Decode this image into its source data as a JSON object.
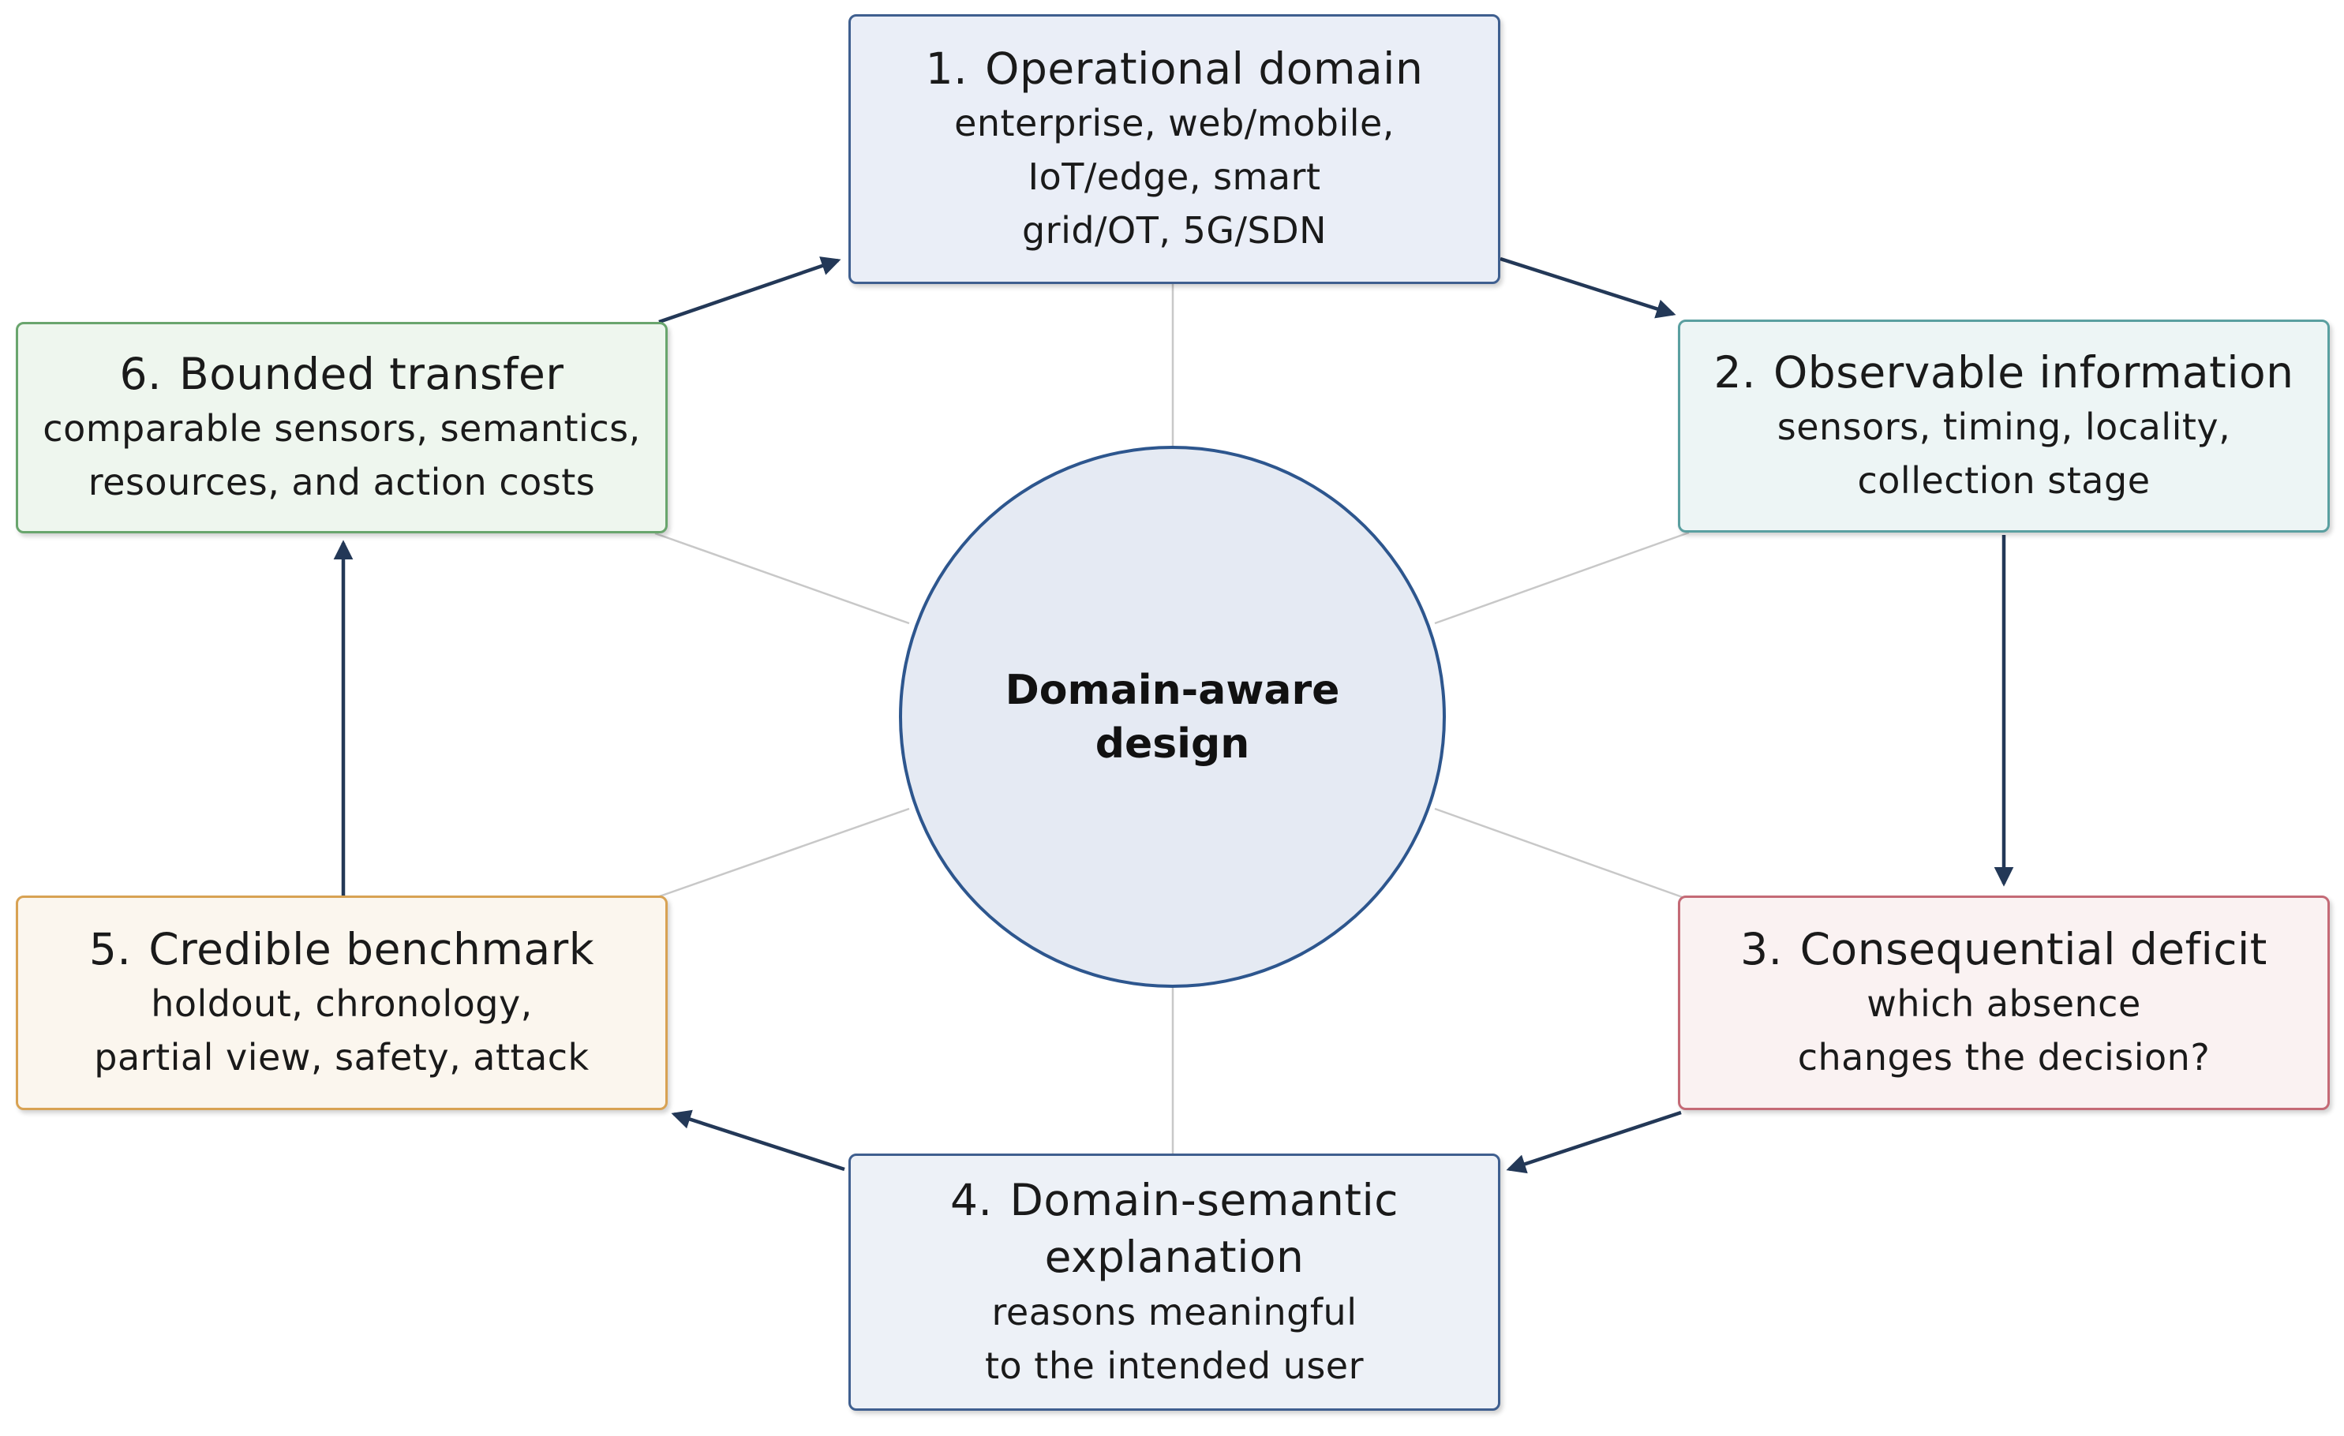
{
  "center": {
    "label": "Domain-aware design"
  },
  "steps": [
    {
      "number": "1.",
      "title": "Operational domain",
      "desc": [
        "enterprise, web/mobile,",
        "IoT/edge, smart",
        "grid/OT, 5G/SDN"
      ]
    },
    {
      "number": "2.",
      "title": "Observable information",
      "desc": [
        "sensors, timing, locality,",
        "collection stage"
      ]
    },
    {
      "number": "3.",
      "title": "Consequential deficit",
      "desc": [
        "which absence",
        "changes the decision?"
      ]
    },
    {
      "number": "4.",
      "title": "Domain-semantic",
      "title2": "explanation",
      "desc": [
        "reasons meaningful",
        "to the intended user"
      ]
    },
    {
      "number": "5.",
      "title": "Credible benchmark",
      "desc": [
        "holdout, chronology,",
        "partial view, safety, attack"
      ]
    },
    {
      "number": "6.",
      "title": "Bounded transfer",
      "desc": [
        "comparable sensors, semantics,",
        "resources, and action costs"
      ]
    }
  ],
  "colors": {
    "arrow": "#233857",
    "spoke": "#c8c8c8",
    "step1_border": "#3f5f8f",
    "step2_border": "#5a9fa0",
    "step3_border": "#c46a76",
    "step4_border": "#3f5f8f",
    "step5_border": "#d8a253",
    "step6_border": "#69a56d",
    "center_border": "#2d568e"
  }
}
